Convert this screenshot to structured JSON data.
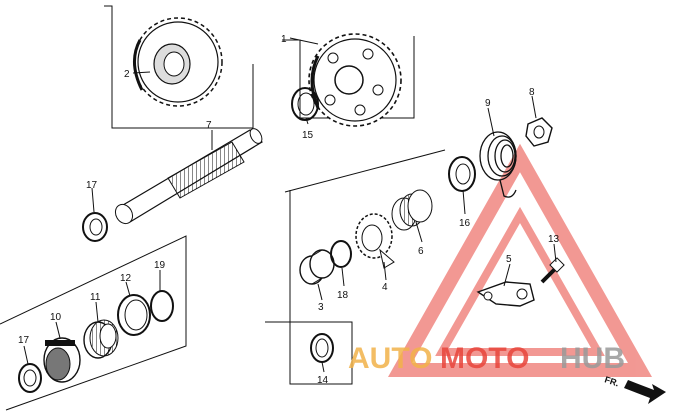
{
  "diagram": {
    "part_numbers": {
      "p1": "1",
      "p2": "2",
      "p3": "3",
      "p4": "4",
      "p5": "5",
      "p6": "6",
      "p7": "7",
      "p8": "8",
      "p9": "9",
      "p10": "10",
      "p11": "11",
      "p12": "12",
      "p13": "13",
      "p14": "14",
      "p15": "15",
      "p16": "16",
      "p17a": "17",
      "p17b": "17",
      "p18": "18",
      "p19": "19"
    },
    "front_indicator": "FR.",
    "watermark": {
      "text_part1": "AUTO",
      "text_part2": "MOTO",
      "text_part3": "HUB",
      "colors": {
        "orange": "#f2b24a",
        "red": "#e8453c",
        "gray": "#9a9a9a"
      }
    }
  }
}
